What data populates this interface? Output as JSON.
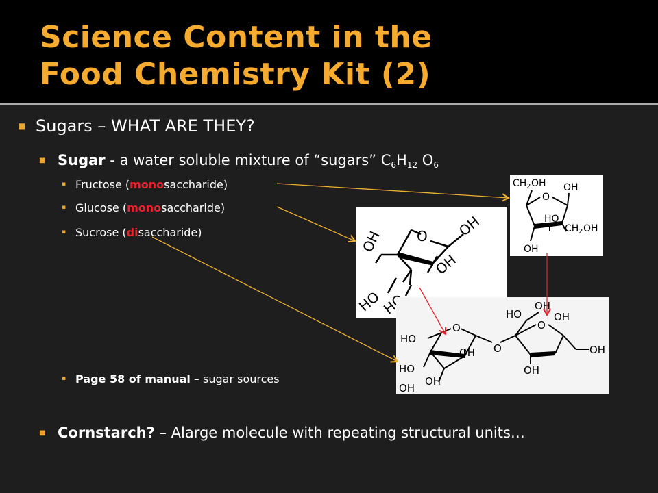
{
  "title": {
    "line1": "Science Content in the",
    "line2": "Food Chemistry Kit (2)"
  },
  "colors": {
    "accent": "#f4ab2f",
    "red": "#e8212c",
    "arrow_yellow": "#f0b030",
    "arrow_red": "#e8212c"
  },
  "bullets": {
    "b1": {
      "text": "Sugars – WHAT ARE THEY?"
    },
    "b2": {
      "strong": "Sugar",
      "rest": "  - a water soluble mixture of “sugars” C",
      "c_sub": "6",
      "h": "H",
      "h_sub": "12",
      "o": " O",
      "o_sub": "6"
    },
    "fructose": {
      "pre": "Fructose (",
      "hl": "mono",
      "post": "saccharide)"
    },
    "glucose": {
      "pre": "Glucose (",
      "hl": "mono",
      "post": "saccharide)"
    },
    "sucrose": {
      "pre": "Sucrose (",
      "hl": "di",
      "post": "saccharide)"
    },
    "page": {
      "strong": "Page 58 of manual",
      "rest": " – sugar sources"
    },
    "b3": {
      "strong": "Cornstarch?",
      "rest": " – Alarge molecule with repeating structural units…"
    }
  },
  "fructose_mol": {
    "ch2oh_top": "CH",
    "oh_a": "OH",
    "o": "O",
    "ho": "HO",
    "ch2oh_right": "CH",
    "oh_b": "OH"
  },
  "glucose_mol": {
    "oh1": "OH",
    "o": "O",
    "oh2": "OH",
    "oh3": "OH",
    "ho1": "HO",
    "ho2": "HO"
  },
  "sucrose_mol": {
    "oh_top": "OH",
    "o_ring1": "O",
    "o_ring2": "O",
    "oh_r": "OH",
    "ho1": "HO",
    "oh2": "OH",
    "o_link": "O",
    "ho2": "HO",
    "oh3": "OH",
    "oh_far": "OH",
    "ho3": "HO",
    "oh4": "OH",
    "oh5": "OH"
  }
}
